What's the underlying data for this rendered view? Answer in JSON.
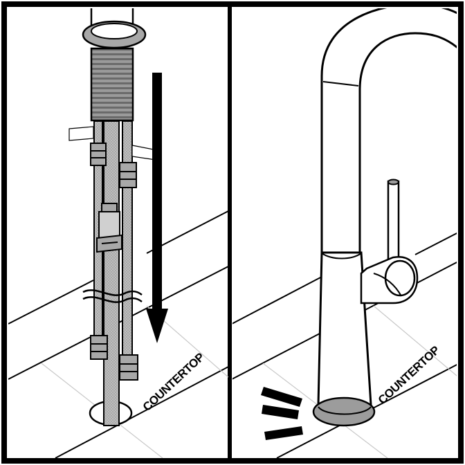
{
  "panels": [
    {
      "id": "left",
      "step": "insert-faucet-through-countertop-hole",
      "label": "COUNTERTOP"
    },
    {
      "id": "right",
      "step": "faucet-seated-on-countertop",
      "label": "COUNTERTOP"
    }
  ],
  "colors": {
    "line": "#000000",
    "background": "#ffffff",
    "metal": "#9c9c9c",
    "hose": "#a8a8a8",
    "faint_line": "#c8c8c8"
  },
  "icons": [
    "down-arrow-icon",
    "seated-indicator-icon"
  ]
}
